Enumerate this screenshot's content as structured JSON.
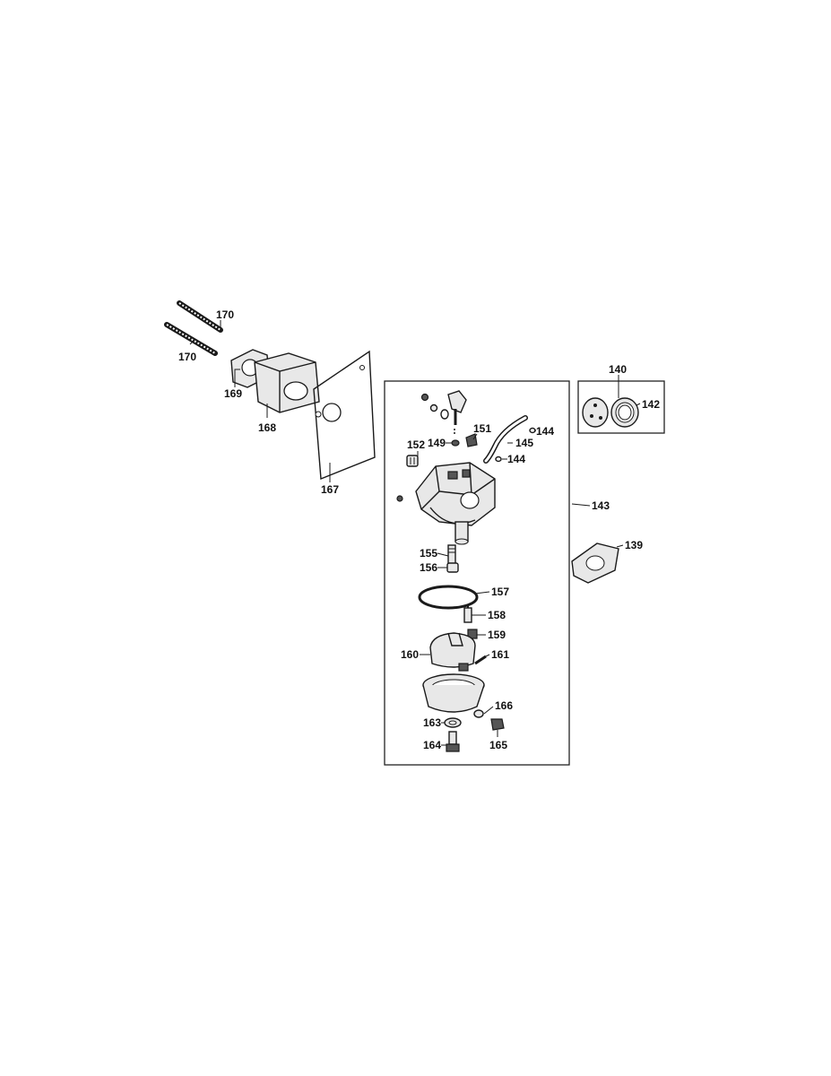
{
  "labels": {
    "p170a": "170",
    "p170b": "170",
    "p169": "169",
    "p168": "168",
    "p167": "167",
    "p140": "140",
    "p142": "142",
    "p152": "152",
    "p149": "149",
    "p151": "151",
    "p144a": "144",
    "p145": "145",
    "p144b": "144",
    "p143": "143",
    "p139": "139",
    "p155": "155",
    "p156": "156",
    "p157": "157",
    "p158": "158",
    "p159": "159",
    "p160": "160",
    "p161": "161",
    "p166": "166",
    "p163": "163",
    "p164": "164",
    "p165": "165"
  }
}
